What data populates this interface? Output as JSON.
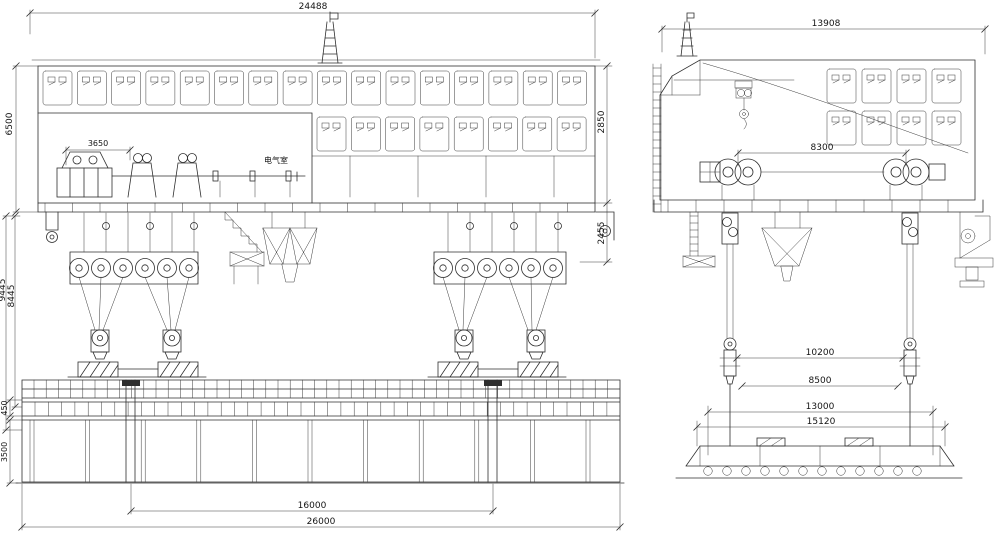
{
  "drawing": {
    "type": "gantry-crane-general-arrangement",
    "views": {
      "elevation": {
        "dims": {
          "span_top": "24488",
          "girder_depth": "6500",
          "trolley_gauge": "3650",
          "right_upper": "2850",
          "right_lower": "2455",
          "leg_height_outer": "9445",
          "leg_height_inner": "8445",
          "deck_band": "450",
          "support_height": "3500",
          "base_inner": "16000",
          "base_outer": "26000"
        },
        "labels": {
          "cab": "电气室"
        }
      },
      "side": {
        "dims": {
          "span_top": "13908",
          "drum_gauge": "8300",
          "dim_a": "10200",
          "dim_b": "8500",
          "dim_c": "13000",
          "dim_d": "15120"
        }
      }
    }
  }
}
